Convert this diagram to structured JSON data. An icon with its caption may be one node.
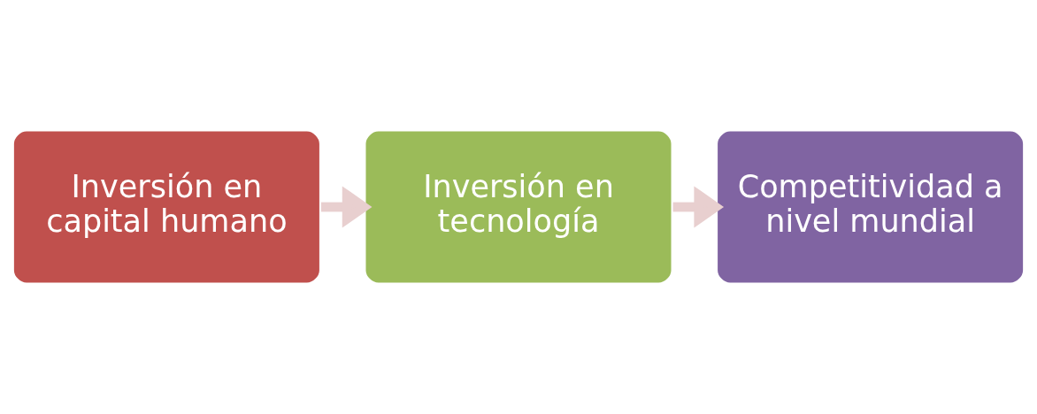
{
  "diagram": {
    "nodes": [
      {
        "text": [
          "Inversión en capital humano"
        ]
      },
      {
        "text": [
          "Inversión en tecnología"
        ]
      },
      {
        "text": [
          "Competitividad a nivel mundial"
        ]
      }
    ],
    "edges": [
      {
        "from": 0,
        "to": 1,
        "arrow": "to",
        "color": "#e8cfcf"
      },
      {
        "from": 1,
        "to": 2,
        "arrow": "to",
        "color": "#e8cfcf"
      }
    ]
  }
}
